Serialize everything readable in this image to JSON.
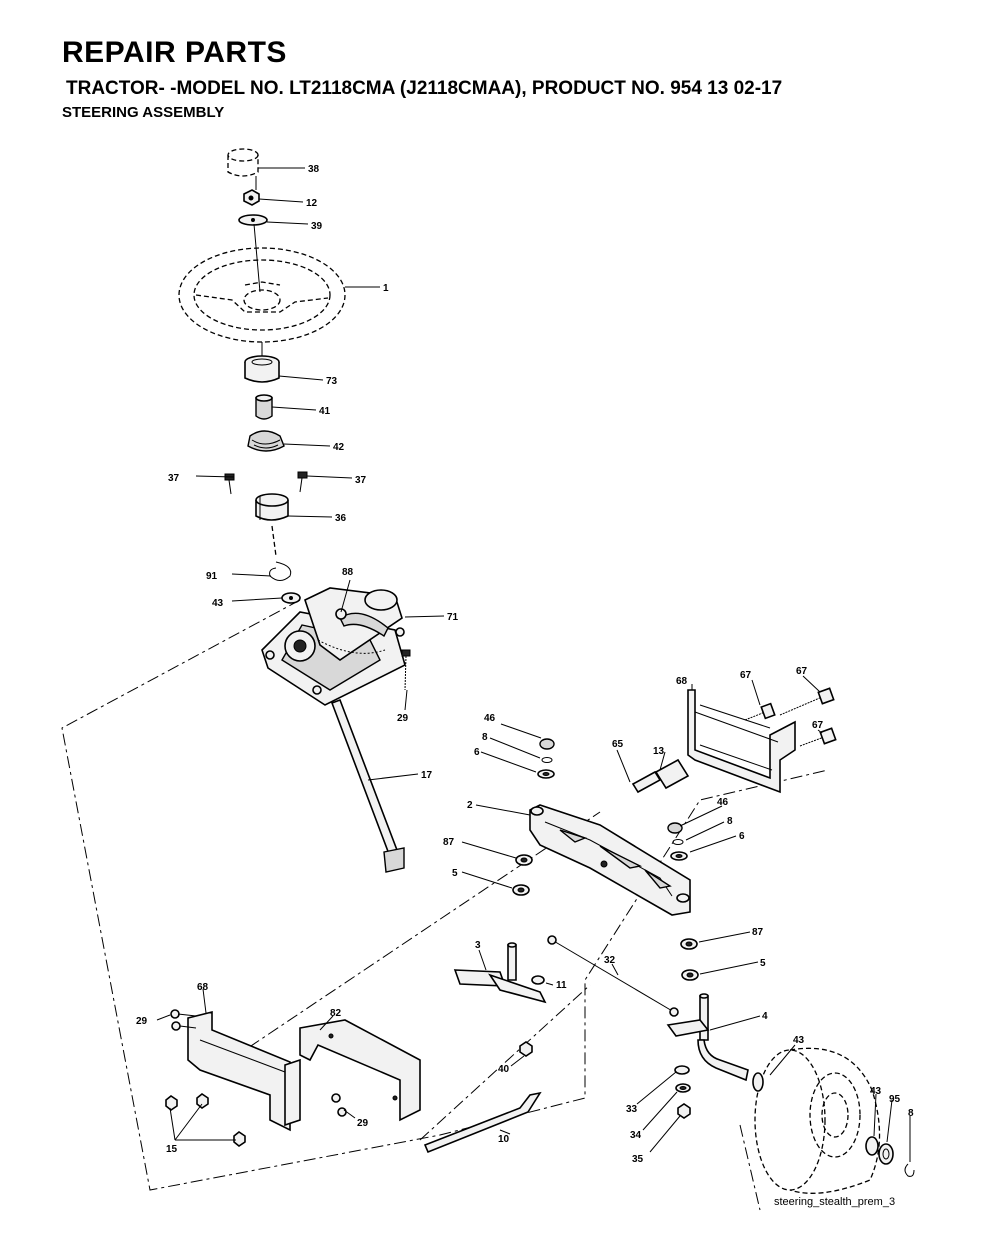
{
  "header": {
    "title": "REPAIR PARTS",
    "model_line": "TRACTOR- -MODEL NO. LT2118CMA (J2118CMAA), PRODUCT NO. 954 13 02-17",
    "section": "STEERING ASSEMBLY"
  },
  "footer": {
    "drawing_id": "steering_stealth_prem_3"
  },
  "callouts": [
    {
      "id": "c38",
      "label": "38"
    },
    {
      "id": "c12",
      "label": "12"
    },
    {
      "id": "c39",
      "label": "39"
    },
    {
      "id": "c1",
      "label": "1"
    },
    {
      "id": "c73",
      "label": "73"
    },
    {
      "id": "c41",
      "label": "41"
    },
    {
      "id": "c42",
      "label": "42"
    },
    {
      "id": "c37a",
      "label": "37"
    },
    {
      "id": "c37b",
      "label": "37"
    },
    {
      "id": "c36",
      "label": "36"
    },
    {
      "id": "c91",
      "label": "91"
    },
    {
      "id": "c88",
      "label": "88"
    },
    {
      "id": "c43a",
      "label": "43"
    },
    {
      "id": "c71",
      "label": "71"
    },
    {
      "id": "c29a",
      "label": "29"
    },
    {
      "id": "c17",
      "label": "17"
    },
    {
      "id": "c68a",
      "label": "68"
    },
    {
      "id": "c67a",
      "label": "67"
    },
    {
      "id": "c67b",
      "label": "67"
    },
    {
      "id": "c67c",
      "label": "67"
    },
    {
      "id": "c46a",
      "label": "46"
    },
    {
      "id": "c8a",
      "label": "8"
    },
    {
      "id": "c6a",
      "label": "6"
    },
    {
      "id": "c13",
      "label": "13"
    },
    {
      "id": "c65",
      "label": "65"
    },
    {
      "id": "c2",
      "label": "2"
    },
    {
      "id": "c46b",
      "label": "46"
    },
    {
      "id": "c8b",
      "label": "8"
    },
    {
      "id": "c6b",
      "label": "6"
    },
    {
      "id": "c87a",
      "label": "87"
    },
    {
      "id": "c5a",
      "label": "5"
    },
    {
      "id": "c87b",
      "label": "87"
    },
    {
      "id": "c5b",
      "label": "5"
    },
    {
      "id": "c3",
      "label": "3"
    },
    {
      "id": "c32",
      "label": "32"
    },
    {
      "id": "c11",
      "label": "11"
    },
    {
      "id": "c68b",
      "label": "68"
    },
    {
      "id": "c82",
      "label": "82"
    },
    {
      "id": "c29b",
      "label": "29"
    },
    {
      "id": "c4",
      "label": "4"
    },
    {
      "id": "c43b",
      "label": "43"
    },
    {
      "id": "c40",
      "label": "40"
    },
    {
      "id": "c29c",
      "label": "29"
    },
    {
      "id": "c15",
      "label": "15"
    },
    {
      "id": "c10",
      "label": "10"
    },
    {
      "id": "c33",
      "label": "33"
    },
    {
      "id": "c34",
      "label": "34"
    },
    {
      "id": "c35",
      "label": "35"
    },
    {
      "id": "c43c",
      "label": "43"
    },
    {
      "id": "c95",
      "label": "95"
    },
    {
      "id": "c8c",
      "label": "8"
    }
  ]
}
